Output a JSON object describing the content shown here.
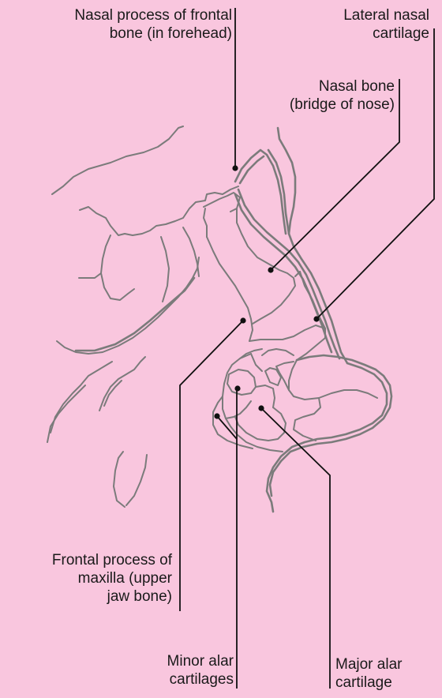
{
  "labels": {
    "nasal_process": [
      "Nasal process of frontal",
      "bone (in forehead)"
    ],
    "lateral_nasal": [
      "Lateral nasal",
      "cartilage"
    ],
    "nasal_bone": [
      "Nasal bone",
      "(bridge of nose)"
    ],
    "frontal_process": [
      "Frontal process of",
      "maxilla (upper",
      "jaw bone)"
    ],
    "minor_alar": [
      "Minor alar",
      "cartilages"
    ],
    "major_alar": [
      "Major alar",
      "cartilage"
    ]
  },
  "colors": {
    "background": "#f9c6de",
    "outline": "#7b7b7b",
    "leader": "#111111"
  }
}
